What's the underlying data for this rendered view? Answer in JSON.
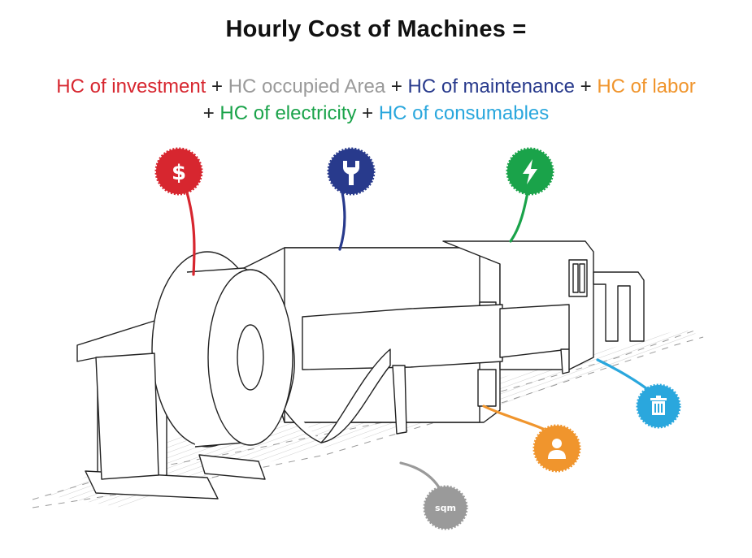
{
  "title": "Hourly Cost of Machines =",
  "formula": {
    "line1": [
      {
        "text": "HC of investment",
        "color": "#d7262f"
      },
      {
        "text": " + ",
        "color": "#222222"
      },
      {
        "text": "HC occupied Area",
        "color": "#9a9a9a"
      },
      {
        "text": " + ",
        "color": "#222222"
      },
      {
        "text": "HC of maintenance",
        "color": "#283a8c"
      },
      {
        "text": " + ",
        "color": "#222222"
      },
      {
        "text": "HC of labor",
        "color": "#f0952d"
      }
    ],
    "line2": [
      {
        "text": "+ ",
        "color": "#222222"
      },
      {
        "text": "HC of electricity",
        "color": "#1aa34a"
      },
      {
        "text": " + ",
        "color": "#222222"
      },
      {
        "text": "HC of consumables",
        "color": "#2aa7dd"
      }
    ]
  },
  "badges": {
    "investment": {
      "icon": "dollar-icon",
      "color": "#d7262f",
      "glyph": "$"
    },
    "maintenance": {
      "icon": "wrench-icon",
      "color": "#283a8c"
    },
    "electricity": {
      "icon": "lightning-bolt-icon",
      "color": "#1aa34a"
    },
    "consumables": {
      "icon": "trash-bin-icon",
      "color": "#2aa7dd"
    },
    "labor": {
      "icon": "person-icon",
      "color": "#f0952d"
    },
    "area": {
      "icon": "sqm-badge",
      "color": "#9a9a9a",
      "label": "sqm"
    }
  }
}
